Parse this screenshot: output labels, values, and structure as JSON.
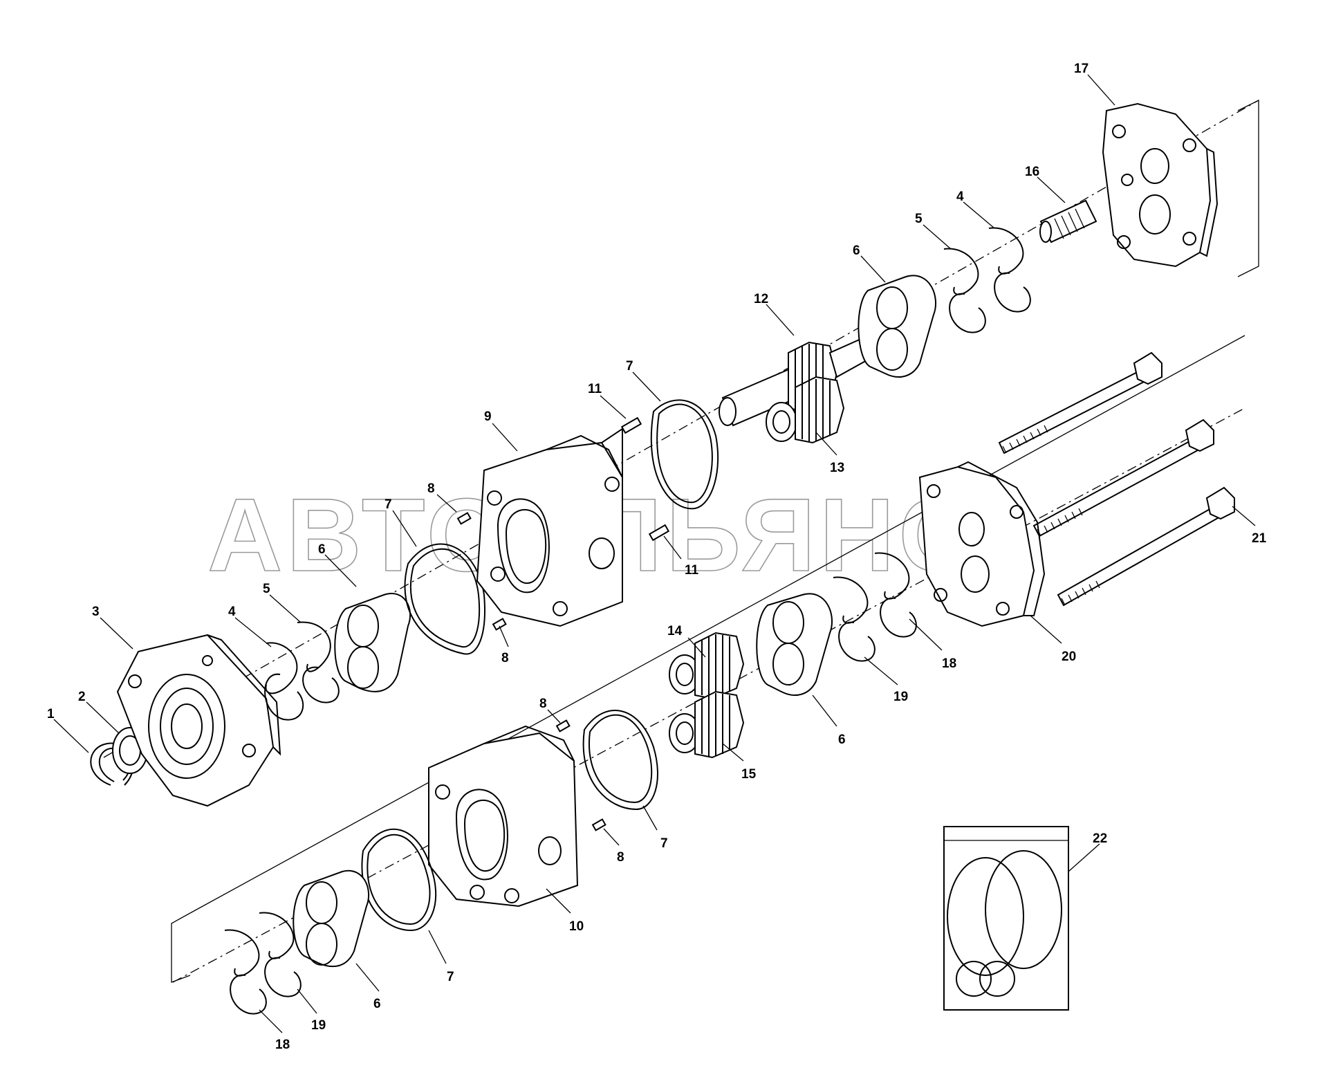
{
  "watermark": "АВТОАЛЬЯНС",
  "callouts": {
    "c1": "1",
    "c2": "2",
    "c3": "3",
    "c4a": "4",
    "c4b": "4",
    "c5a": "5",
    "c5b": "5",
    "c6a": "6",
    "c6b": "6",
    "c6c": "6",
    "c6d": "6",
    "c7a": "7",
    "c7b": "7",
    "c7c": "7",
    "c7d": "7",
    "c8a": "8",
    "c8b": "8",
    "c8c": "8",
    "c8d": "8",
    "c9": "9",
    "c10": "10",
    "c11a": "11",
    "c11b": "11",
    "c12": "12",
    "c13": "13",
    "c14": "14",
    "c15": "15",
    "c16": "16",
    "c17": "17",
    "c18a": "18",
    "c18b": "18",
    "c19a": "19",
    "c19b": "19",
    "c20": "20",
    "c21": "21",
    "c22": "22"
  }
}
